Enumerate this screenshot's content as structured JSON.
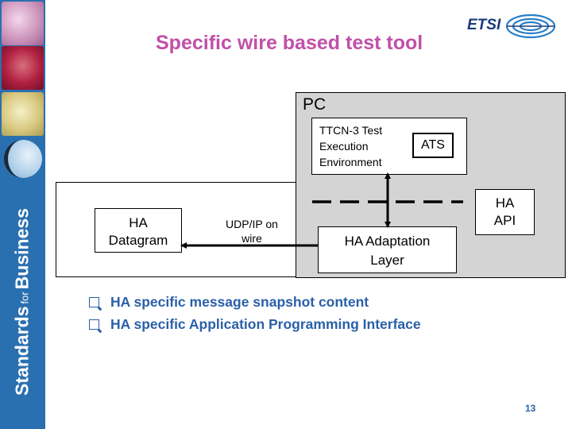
{
  "slide": {
    "title": "Specific wire based test tool",
    "page_number": "13",
    "sidebar_text": {
      "main": "Standards",
      "small": "for",
      "end": "Business"
    },
    "logo_text": "ETSI"
  },
  "diagram": {
    "pc_label": "PC",
    "tte_lines": [
      "TTCN-3 Test",
      "Execution",
      "Environment"
    ],
    "ats_label": "ATS",
    "ha_api_lines": [
      "HA",
      "API"
    ],
    "ha_datagram_lines": [
      "HA",
      "Datagram"
    ],
    "udp_lines": [
      "UDP/IP on",
      "wire"
    ],
    "adaptation_lines": [
      "HA Adaptation",
      "Layer"
    ]
  },
  "bullets": [
    "HA specific message snapshot content",
    "HA specific Application Programming Interface"
  ],
  "colors": {
    "title": "#c050a8",
    "bullet_text": "#2a60a8",
    "sidebar": "#2a6fb0",
    "pc_box": "#d4d4d4"
  }
}
